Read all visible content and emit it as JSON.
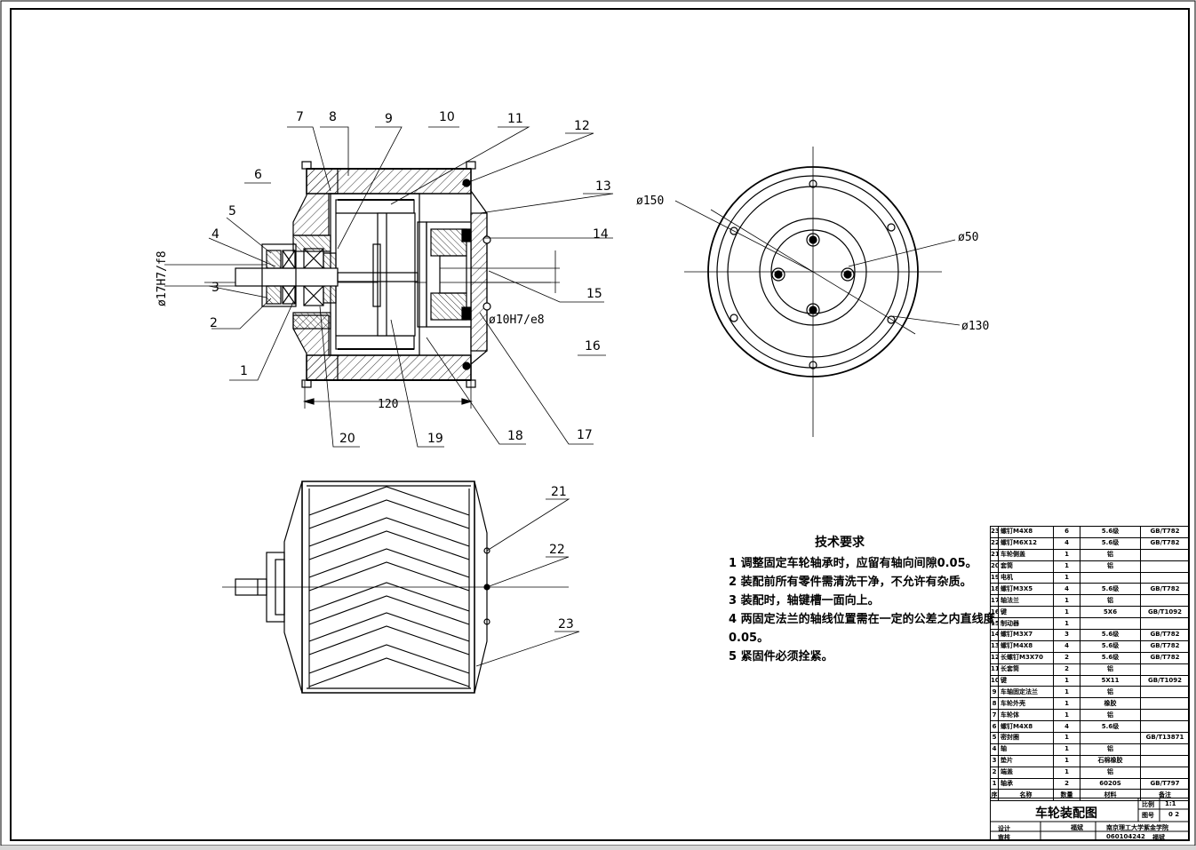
{
  "balloons": [
    "1",
    "2",
    "3",
    "4",
    "5",
    "6",
    "7",
    "8",
    "9",
    "10",
    "11",
    "12",
    "13",
    "14",
    "15",
    "16",
    "17",
    "18",
    "19",
    "20",
    "21",
    "22",
    "23"
  ],
  "dimensions": {
    "shaft_fit": "ø17H7/f8",
    "hole_fit": "ø10H7/e8",
    "length": "120",
    "d150": "ø150",
    "d50": "ø50",
    "d130": "ø130"
  },
  "notes": {
    "title": "技术要求",
    "lines": [
      "1 调整固定车轮轴承时，应留有轴向间隙0.05。",
      "2 装配前所有零件需清洗干净，不允许有杂质。",
      "3 装配时，轴键槽一面向上。",
      "4 两固定法兰的轴线位置需在一定的公差之内直线度",
      "0.05。",
      "5 紧固件必须拴紧。"
    ]
  },
  "bom": [
    [
      "23",
      "螺钉M4X8",
      "6",
      "5.6级",
      "GB/T782"
    ],
    [
      "22",
      "螺钉M6X12",
      "4",
      "5.6级",
      "GB/T782"
    ],
    [
      "21",
      "车轮侧盖",
      "1",
      "铝",
      ""
    ],
    [
      "20",
      "套筒",
      "1",
      "铝",
      ""
    ],
    [
      "19",
      "电机",
      "1",
      "",
      ""
    ],
    [
      "18",
      "螺钉M3X5",
      "4",
      "5.6级",
      "GB/T782"
    ],
    [
      "17",
      "轴法兰",
      "1",
      "铝",
      ""
    ],
    [
      "16",
      "键",
      "1",
      "5X6",
      "GB/T1092"
    ],
    [
      "15",
      "制动器",
      "1",
      "",
      ""
    ],
    [
      "14",
      "螺钉M3X7",
      "3",
      "5.6级",
      "GB/T782"
    ],
    [
      "13",
      "螺钉M4X8",
      "4",
      "5.6级",
      "GB/T782"
    ],
    [
      "12",
      "长螺钉M3X70",
      "2",
      "5.6级",
      "GB/T782"
    ],
    [
      "11",
      "长套筒",
      "2",
      "铝",
      ""
    ],
    [
      "10",
      "键",
      "1",
      "5X11",
      "GB/T1092"
    ],
    [
      "9",
      "车轴固定法兰",
      "1",
      "铝",
      ""
    ],
    [
      "8",
      "车轮外壳",
      "1",
      "橡胶",
      ""
    ],
    [
      "7",
      "车轮体",
      "1",
      "铝",
      ""
    ],
    [
      "6",
      "螺钉M4X8",
      "4",
      "5.6级",
      ""
    ],
    [
      "5",
      "密封圈",
      "1",
      "",
      "GB/T13871"
    ],
    [
      "4",
      "轴",
      "1",
      "铝",
      ""
    ],
    [
      "3",
      "垫片",
      "1",
      "石棉橡胶",
      ""
    ],
    [
      "2",
      "端盖",
      "1",
      "铝",
      ""
    ],
    [
      "1",
      "轴承",
      "2",
      "6020S",
      "GB/T797"
    ]
  ],
  "bom_header": [
    "序",
    "名称",
    "数量",
    "材料",
    "备注"
  ],
  "title_block": {
    "title": "车轮装配图",
    "scale_label": "比例",
    "scale": "1:1",
    "drawing_no_label": "图号",
    "drawing_no": "0 2",
    "designed_label": "设计",
    "designer": "福斌",
    "checked_label": "审核",
    "school": "南京理工大学紫金学院",
    "student_id": "060104242",
    "student_name": "福斌"
  }
}
